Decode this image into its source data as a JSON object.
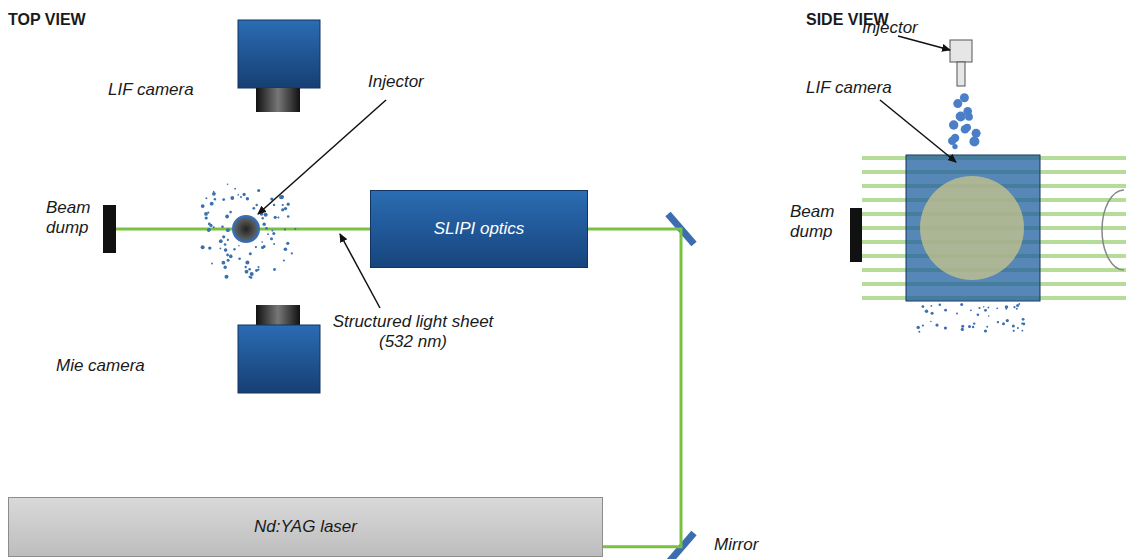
{
  "diagram": {
    "nodes": [
      {
        "text": [
          "SLIPI optics"
        ]
      },
      {
        "text": [
          "Nd:YAG laser"
        ]
      }
    ],
    "edges": [
      {
        "from": 1,
        "to": 0,
        "arrow": "none"
      }
    ],
    "labels": [
      "TOP VIEW",
      "LIF camera",
      "Injector",
      "Beam dump",
      "Mie camera",
      "Structured light sheet (532 nm)",
      "Mirror",
      "SIDE VIEW",
      "Injector",
      "LIF camera",
      "Beam dump"
    ]
  }
}
